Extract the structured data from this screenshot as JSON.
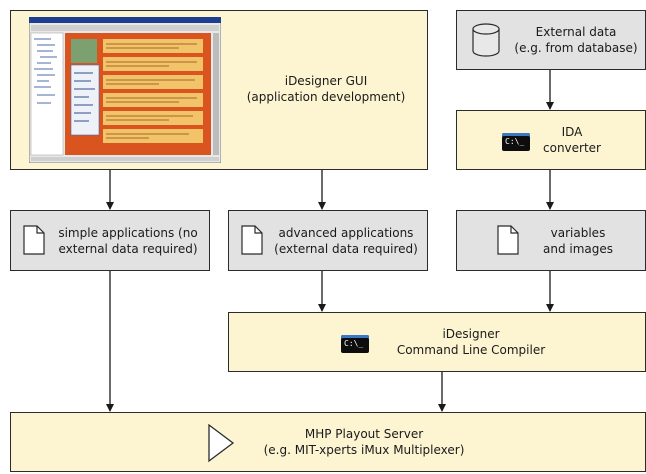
{
  "nodes": {
    "gui": {
      "line1": "iDesigner GUI",
      "line2": "(application development)"
    },
    "external": {
      "line1": "External data",
      "line2": "(e.g. from database)"
    },
    "ida": {
      "line1": "IDA",
      "line2": "converter"
    },
    "simple": {
      "line1": "simple applications (no",
      "line2": "external data required)"
    },
    "advanced": {
      "line1": "advanced applications",
      "line2": "(external data required)"
    },
    "variables": {
      "line1": "variables",
      "line2": "and images"
    },
    "compiler": {
      "line1": "iDesigner",
      "line2": "Command Line Compiler"
    },
    "mhp": {
      "line1": "MHP Playout Server",
      "line2": "(e.g. MIT-xperts iMux Multiplexer)"
    }
  },
  "cmd_glyph": "C:\\_",
  "colors": {
    "box_yellow": "#fdf5d2",
    "box_gray": "#e2e2e2",
    "screenshot_orange": "#d9541e"
  },
  "icons": [
    "screenshot-thumbnail",
    "database-icon",
    "command-prompt-icon",
    "document-icon",
    "play-triangle-icon"
  ]
}
